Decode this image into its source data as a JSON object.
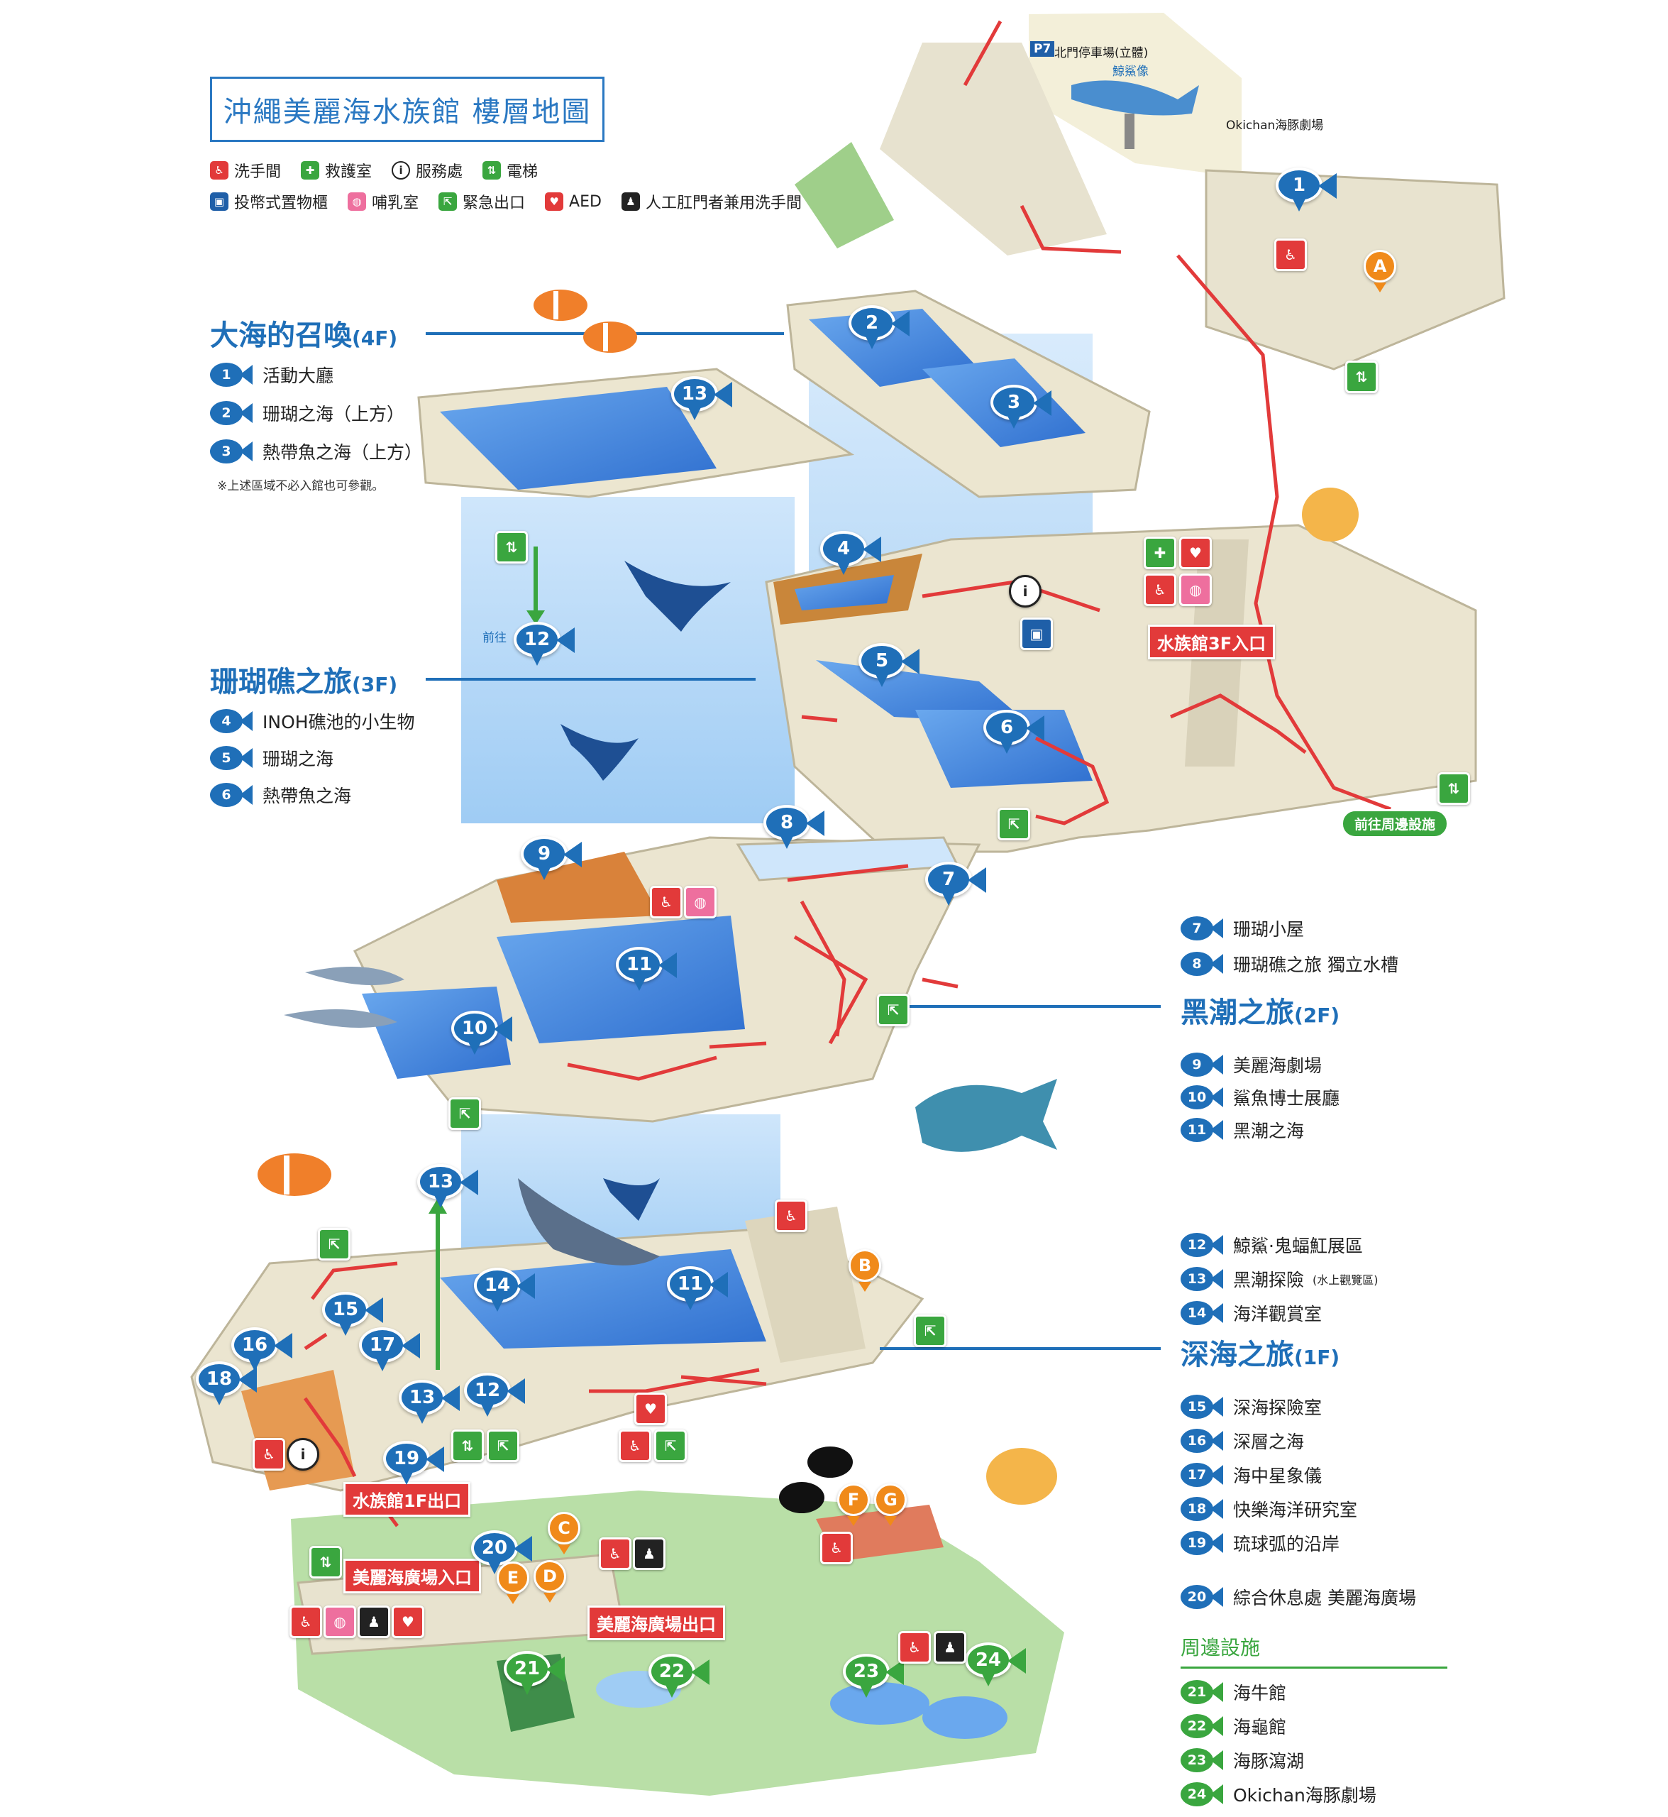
{
  "title": "沖繩美麗海水族館  樓層地圖",
  "legend": [
    {
      "icon": "restroom-icon",
      "label": "洗手間",
      "glyph": "🚻",
      "color": "#e23a3a"
    },
    {
      "icon": "first-aid-icon",
      "label": "救護室",
      "glyph": "✚",
      "color": "#3aa63f"
    },
    {
      "icon": "info-icon",
      "label": "服務處",
      "glyph": "i",
      "color": "#ffffff"
    },
    {
      "icon": "elevator-icon",
      "label": "電梯",
      "glyph": "⇅",
      "color": "#3aa63f"
    },
    {
      "icon": "locker-icon",
      "label": "投幣式置物櫃",
      "glyph": "▣",
      "color": "#1f5fa8"
    },
    {
      "icon": "nursing-room-icon",
      "label": "哺乳室",
      "glyph": "◍",
      "color": "#ee6f9e"
    },
    {
      "icon": "emergency-exit-icon",
      "label": "緊急出口",
      "glyph": "⇱",
      "color": "#3aa63f"
    },
    {
      "icon": "aed-icon",
      "label": "AED",
      "glyph": "♥",
      "color": "#e23a3a"
    },
    {
      "icon": "ostomate-restroom-icon",
      "label": "人工肛門者兼用洗手間",
      "glyph": "♟",
      "color": "#222222"
    }
  ],
  "floors": {
    "f4": {
      "name": "大海的召喚",
      "level": "(4F)",
      "note": "※上述區域不必入館也可參觀。",
      "items": [
        {
          "no": "1",
          "label": "活動大廳"
        },
        {
          "no": "2",
          "label": "珊瑚之海（上方）"
        },
        {
          "no": "3",
          "label": "熱帶魚之海（上方）"
        }
      ]
    },
    "f3": {
      "name": "珊瑚礁之旅",
      "level": "(3F)",
      "items": [
        {
          "no": "4",
          "label": "INOH礁池的小生物"
        },
        {
          "no": "5",
          "label": "珊瑚之海"
        },
        {
          "no": "6",
          "label": "熱帶魚之海"
        }
      ]
    },
    "f2": {
      "name": "黑潮之旅",
      "level": "(2F)",
      "pre_items": [
        {
          "no": "7",
          "label": "珊瑚小屋"
        },
        {
          "no": "8",
          "label": "珊瑚礁之旅 獨立水槽"
        }
      ],
      "items": [
        {
          "no": "9",
          "label": "美麗海劇場"
        },
        {
          "no": "10",
          "label": "鯊魚博士展廳"
        },
        {
          "no": "11",
          "label": "黑潮之海"
        }
      ]
    },
    "f1": {
      "name": "深海之旅",
      "level": "(1F)",
      "pre_items": [
        {
          "no": "12",
          "label": "鯨鯊·鬼蝠魟展區"
        },
        {
          "no": "13",
          "label": "黑潮探險",
          "sub": "(水上觀覽區)"
        },
        {
          "no": "14",
          "label": "海洋觀賞室"
        }
      ],
      "items": [
        {
          "no": "15",
          "label": "深海探險室"
        },
        {
          "no": "16",
          "label": "深層之海"
        },
        {
          "no": "17",
          "label": "海中星象儀"
        },
        {
          "no": "18",
          "label": "快樂海洋研究室"
        },
        {
          "no": "19",
          "label": "琉球弧的沿岸"
        }
      ],
      "extra": {
        "no": "20",
        "label": "綜合休息處 美麗海廣場"
      }
    }
  },
  "surroundings": {
    "heading": "周邊設施",
    "items": [
      {
        "no": "21",
        "label": "海牛館"
      },
      {
        "no": "22",
        "label": "海龜館"
      },
      {
        "no": "23",
        "label": "海豚瀉湖"
      },
      {
        "no": "24",
        "label": "Okichan海豚劇場"
      }
    ]
  },
  "map_labels": {
    "p7": "P7",
    "north_parking": "北門停車場(立體)",
    "whale_statue": "鯨鯊像",
    "okichan": "Okichan海豚劇場",
    "goto": "前往",
    "entrance_3f": "水族館3F入口",
    "to_surroundings": "前往周邊設施",
    "exit_1f": "水族館1F出口",
    "plaza_entrance": "美麗海廣場入口",
    "plaza_exit": "美麗海廣場出口"
  },
  "map_pins": [
    {
      "no": "1",
      "color": "blue"
    },
    {
      "no": "2",
      "color": "blue"
    },
    {
      "no": "3",
      "color": "blue"
    },
    {
      "no": "13",
      "color": "blue"
    },
    {
      "no": "4",
      "color": "blue"
    },
    {
      "no": "12",
      "color": "blue"
    },
    {
      "no": "5",
      "color": "blue"
    },
    {
      "no": "6",
      "color": "blue"
    },
    {
      "no": "8",
      "color": "blue"
    },
    {
      "no": "9",
      "color": "blue"
    },
    {
      "no": "7",
      "color": "blue"
    },
    {
      "no": "11",
      "color": "blue"
    },
    {
      "no": "10",
      "color": "blue"
    },
    {
      "no": "13",
      "color": "blue"
    },
    {
      "no": "14",
      "color": "blue"
    },
    {
      "no": "11",
      "color": "blue"
    },
    {
      "no": "15",
      "color": "blue"
    },
    {
      "no": "16",
      "color": "blue"
    },
    {
      "no": "17",
      "color": "blue"
    },
    {
      "no": "18",
      "color": "blue"
    },
    {
      "no": "13",
      "color": "blue"
    },
    {
      "no": "12",
      "color": "blue"
    },
    {
      "no": "19",
      "color": "blue"
    },
    {
      "no": "20",
      "color": "blue"
    },
    {
      "no": "21",
      "color": "green"
    },
    {
      "no": "22",
      "color": "green"
    },
    {
      "no": "23",
      "color": "green"
    },
    {
      "no": "24",
      "color": "green"
    }
  ],
  "shop_pins": [
    "A",
    "B",
    "C",
    "D",
    "E",
    "F",
    "G"
  ],
  "colors": {
    "accent_blue": "#1f6fb8",
    "route_red": "#e23a3a",
    "green": "#3aa63f",
    "shop_orange": "#f08a1a",
    "water": "#4d8fe0"
  }
}
